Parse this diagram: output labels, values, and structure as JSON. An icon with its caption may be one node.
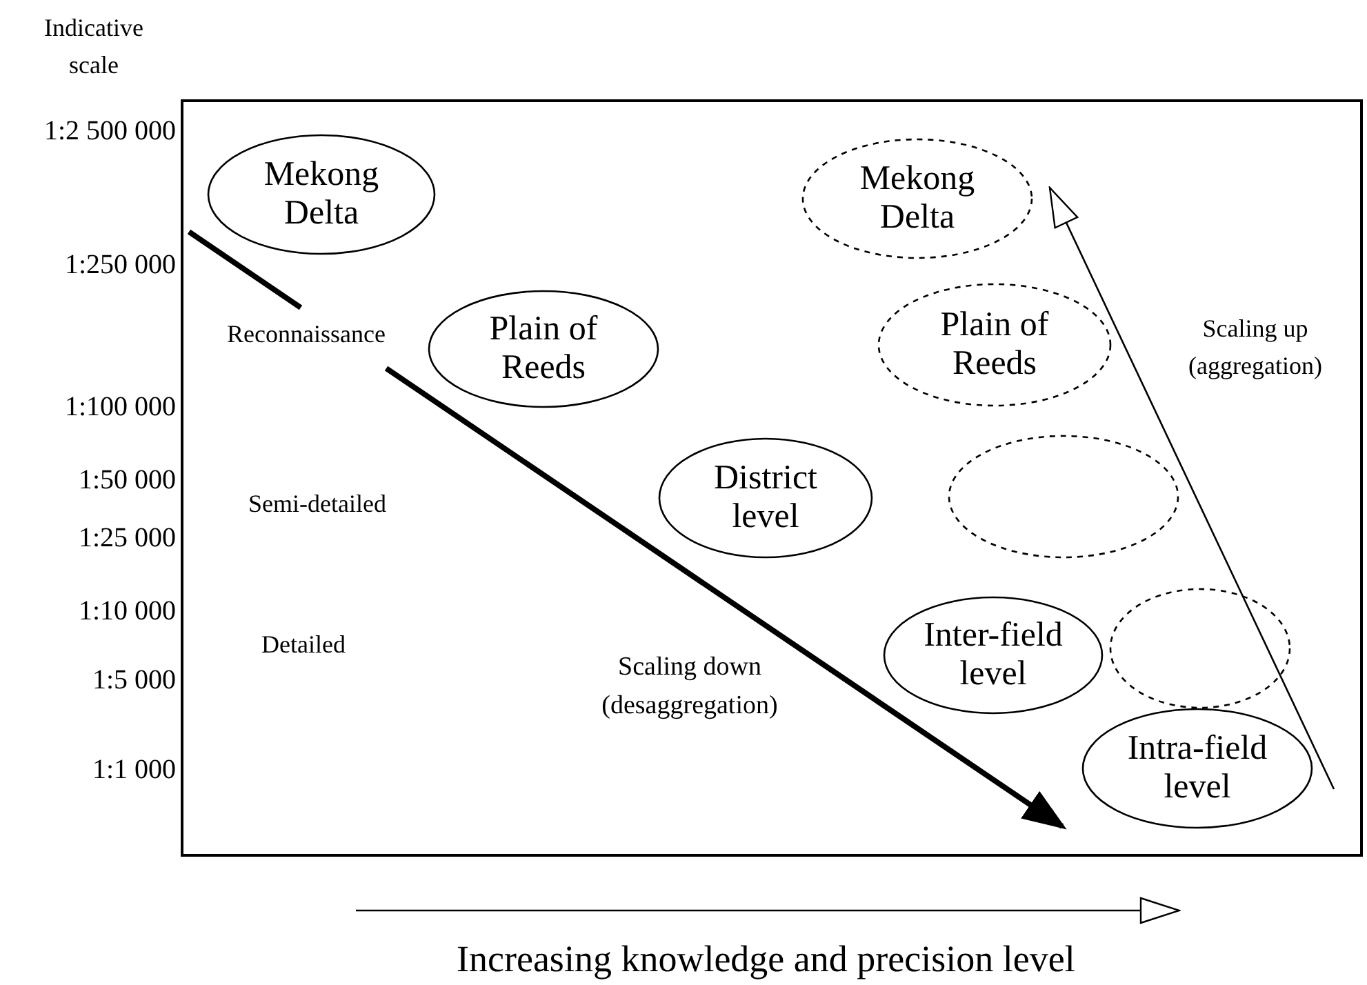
{
  "diagram": {
    "caption": "Increasing knowledge and precision level",
    "nodes": [
      {
        "text": [
          "Mekong Delta"
        ]
      },
      {
        "text": [
          "Plain of Reeds"
        ]
      },
      {
        "text": [
          "District level"
        ]
      },
      {
        "text": [
          "Inter-field level"
        ]
      },
      {
        "text": [
          "Intra-field level"
        ]
      },
      {
        "text": [
          "Mekong Delta"
        ]
      },
      {
        "text": [
          "Plain of Reeds"
        ]
      },
      {
        "text": [],
        "shape": "ellipse"
      },
      {
        "text": [],
        "shape": "ellipse"
      }
    ],
    "edges": [],
    "labels": [
      "Indicative scale",
      "1:2 500 000",
      "1:250 000",
      "1:100 000",
      "1:50 000",
      "1:25 000",
      "1:10 000",
      "1:5 000",
      "1:1 000",
      "Reconnaissance",
      "Semi-detailed",
      "Detailed",
      "Scaling down (desaggregation)",
      "Scaling up (aggregation)"
    ]
  }
}
